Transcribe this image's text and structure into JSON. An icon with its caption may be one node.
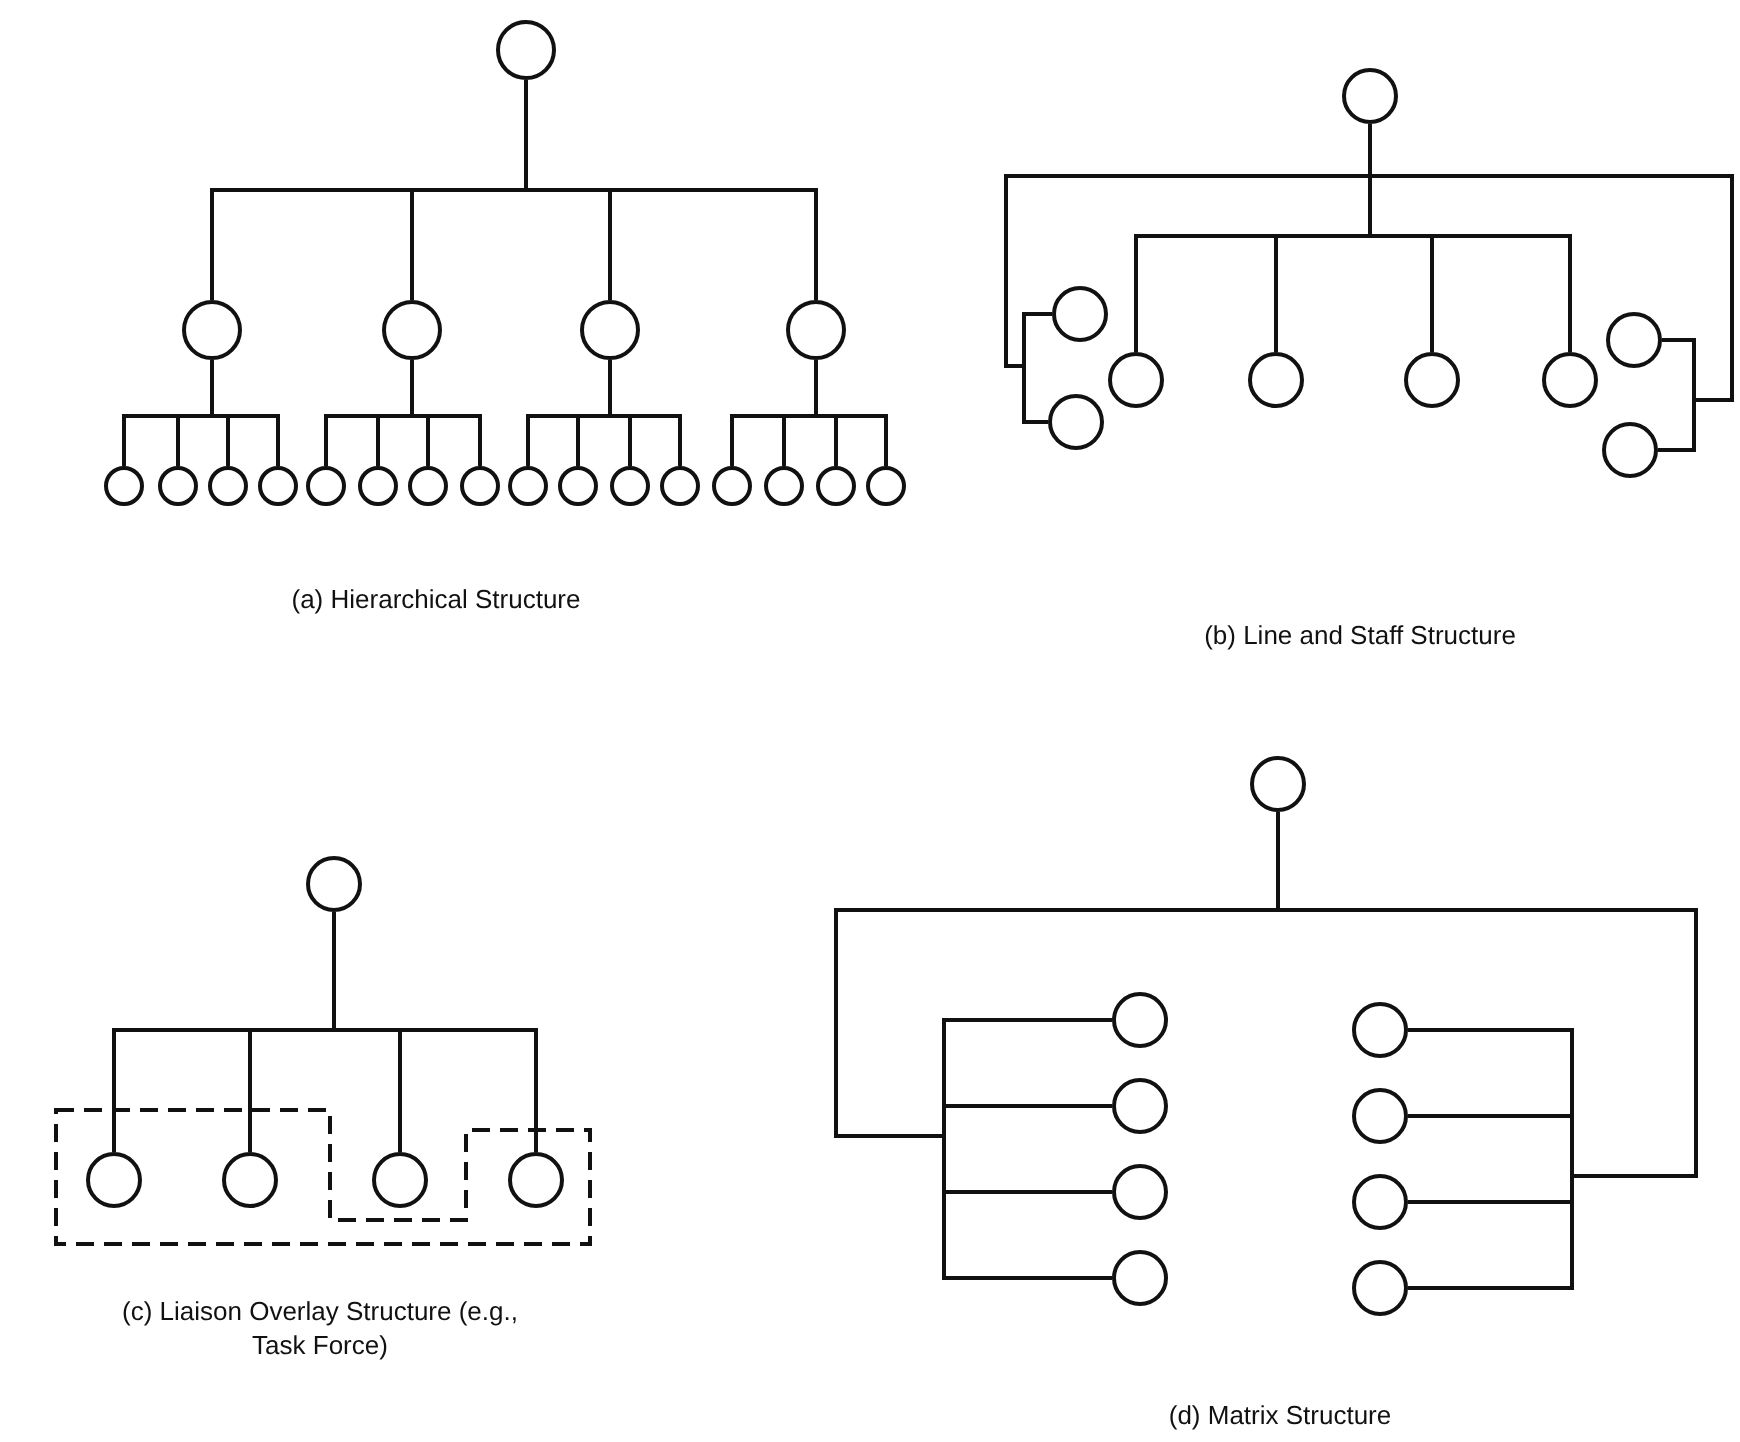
{
  "diagram": {
    "nodes": [
      {
        "text": [],
        "shape": "circle"
      },
      {
        "text": [],
        "shape": "circle"
      },
      {
        "text": [],
        "shape": "circle"
      },
      {
        "text": [],
        "shape": "circle"
      },
      {
        "text": [],
        "shape": "circle"
      },
      {
        "text": [],
        "shape": "circle"
      },
      {
        "text": [],
        "shape": "circle"
      },
      {
        "text": [],
        "shape": "circle"
      },
      {
        "text": [],
        "shape": "circle"
      },
      {
        "text": [],
        "shape": "circle"
      },
      {
        "text": [],
        "shape": "circle"
      },
      {
        "text": [],
        "shape": "circle"
      },
      {
        "text": [],
        "shape": "circle"
      },
      {
        "text": [],
        "shape": "circle"
      },
      {
        "text": [],
        "shape": "circle"
      },
      {
        "text": [],
        "shape": "circle"
      },
      {
        "text": [],
        "shape": "circle"
      },
      {
        "text": [],
        "shape": "circle"
      },
      {
        "text": [],
        "shape": "circle"
      },
      {
        "text": [],
        "shape": "circle"
      },
      {
        "text": [],
        "shape": "circle"
      },
      {
        "text": [],
        "shape": "circle"
      },
      {
        "text": [],
        "shape": "circle"
      },
      {
        "text": [],
        "shape": "circle"
      },
      {
        "text": [],
        "shape": "circle"
      },
      {
        "text": [],
        "shape": "circle"
      },
      {
        "text": [],
        "shape": "circle"
      },
      {
        "text": [],
        "shape": "circle"
      },
      {
        "text": [],
        "shape": "circle"
      },
      {
        "text": [],
        "shape": "circle"
      },
      {
        "text": [],
        "shape": "circle"
      },
      {
        "text": [],
        "shape": "circle"
      },
      {
        "text": [],
        "shape": "circle"
      },
      {
        "text": [],
        "shape": "circle"
      },
      {
        "text": [],
        "shape": "circle"
      },
      {
        "text": [],
        "shape": "circle"
      },
      {
        "text": [],
        "shape": "circle"
      },
      {
        "text": [],
        "shape": "circle"
      },
      {
        "text": [],
        "shape": "circle"
      },
      {
        "text": [],
        "shape": "circle"
      },
      {
        "text": [],
        "shape": "circle"
      },
      {
        "text": [],
        "shape": "circle"
      },
      {
        "text": [],
        "shape": "circle"
      },
      {
        "text": [],
        "shape": "circle"
      }
    ],
    "edges": [
      {
        "from": 0,
        "to": 1,
        "arrow": "none"
      },
      {
        "from": 0,
        "to": 2,
        "arrow": "none"
      },
      {
        "from": 0,
        "to": 3,
        "arrow": "none"
      },
      {
        "from": 0,
        "to": 4,
        "arrow": "none"
      },
      {
        "from": 1,
        "to": 5,
        "arrow": "none"
      },
      {
        "from": 1,
        "to": 6,
        "arrow": "none"
      },
      {
        "from": 1,
        "to": 7,
        "arrow": "none"
      },
      {
        "from": 1,
        "to": 8,
        "arrow": "none"
      },
      {
        "from": 2,
        "to": 9,
        "arrow": "none"
      },
      {
        "from": 2,
        "to": 10,
        "arrow": "none"
      },
      {
        "from": 2,
        "to": 11,
        "arrow": "none"
      },
      {
        "from": 2,
        "to": 12,
        "arrow": "none"
      },
      {
        "from": 3,
        "to": 13,
        "arrow": "none"
      },
      {
        "from": 3,
        "to": 14,
        "arrow": "none"
      },
      {
        "from": 3,
        "to": 15,
        "arrow": "none"
      },
      {
        "from": 3,
        "to": 16,
        "arrow": "none"
      },
      {
        "from": 4,
        "to": 17,
        "arrow": "none"
      },
      {
        "from": 4,
        "to": 18,
        "arrow": "none"
      },
      {
        "from": 4,
        "to": 19,
        "arrow": "none"
      },
      {
        "from": 4,
        "to": 20,
        "arrow": "none"
      },
      {
        "from": 21,
        "to": 22,
        "arrow": "none"
      },
      {
        "from": 21,
        "to": 23,
        "arrow": "none"
      },
      {
        "from": 21,
        "to": 24,
        "arrow": "none"
      },
      {
        "from": 21,
        "to": 25,
        "arrow": "none"
      },
      {
        "from": 21,
        "to": 26,
        "arrow": "none"
      },
      {
        "from": 21,
        "to": 27,
        "arrow": "none"
      },
      {
        "from": 21,
        "to": 28,
        "arrow": "none"
      },
      {
        "from": 21,
        "to": 29,
        "arrow": "none"
      },
      {
        "from": 30,
        "to": 31,
        "arrow": "none"
      },
      {
        "from": 30,
        "to": 32,
        "arrow": "none"
      },
      {
        "from": 30,
        "to": 33,
        "arrow": "none"
      },
      {
        "from": 30,
        "to": 34,
        "arrow": "none"
      },
      {
        "from": 35,
        "to": 36,
        "arrow": "none"
      },
      {
        "from": 35,
        "to": 37,
        "arrow": "none"
      },
      {
        "from": 35,
        "to": 38,
        "arrow": "none"
      },
      {
        "from": 35,
        "to": 39,
        "arrow": "none"
      },
      {
        "from": 35,
        "to": 40,
        "arrow": "none"
      },
      {
        "from": 35,
        "to": 41,
        "arrow": "none"
      },
      {
        "from": 35,
        "to": 42,
        "arrow": "none"
      },
      {
        "from": 35,
        "to": 43,
        "arrow": "none"
      }
    ],
    "labels": [
      "(a) Hierarchical Structure",
      "(b) Line and Staff Structure",
      "(c) Liaison Overlay Structure (e.g., Task Force)",
      "(d) Matrix Structure"
    ]
  }
}
